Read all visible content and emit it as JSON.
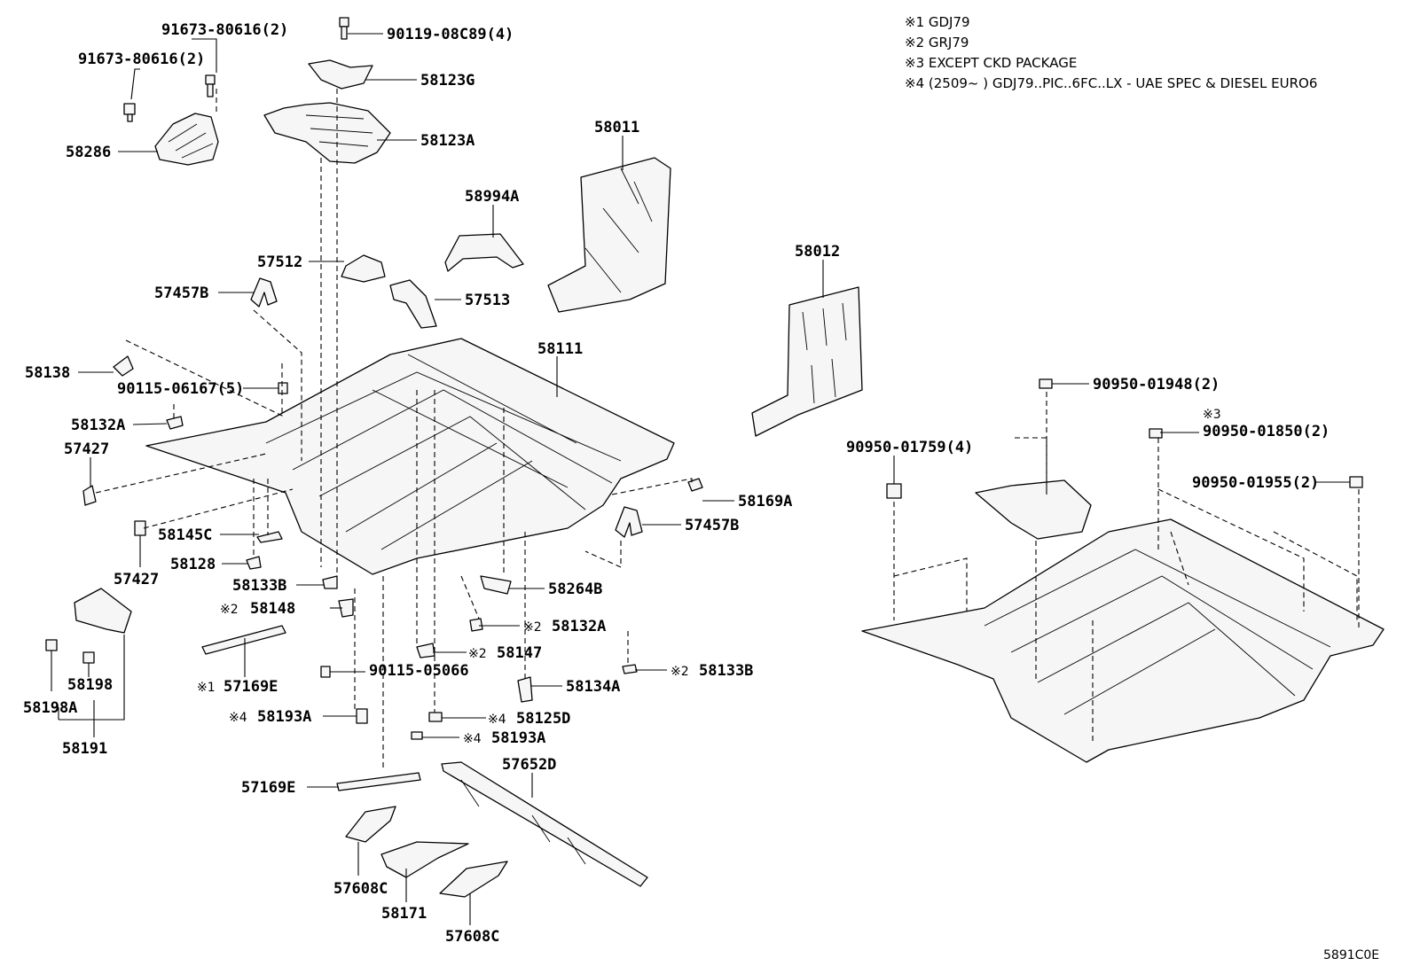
{
  "notes": [
    "※1 GDJ79",
    "※2 GRJ79",
    "※3 EXCEPT CKD PACKAGE",
    "※4 (2509~    ) GDJ79..PIC..6FC..LX - UAE SPEC & DIESEL EURO6"
  ],
  "labels": {
    "p91673_a": "91673-80616(2)",
    "p91673_b": "91673-80616(2)",
    "p58286": "58286",
    "p90119": "90119-08C89(4)",
    "p58123G": "58123G",
    "p58123A": "58123A",
    "p58011": "58011",
    "p58994A": "58994A",
    "p57512": "57512",
    "p57457B_top": "57457B",
    "p57513": "57513",
    "p58012": "58012",
    "p58111": "58111",
    "p58138": "58138",
    "p90115_06167": "90115-06167(5)",
    "p58132A_left": "58132A",
    "p57427_top": "57427",
    "p58169A": "58169A",
    "p57457B_right": "57457B",
    "p58145C": "58145C",
    "p57427_bottom": "57427",
    "p58128": "58128",
    "p58133B_left": "58133B",
    "p58148": "58148",
    "p58264B": "58264B",
    "p58132A_right": "58132A",
    "p57169E_upper": "57169E",
    "p58147": "58147",
    "p90115_05066": "90115-05066",
    "p58133B_right": "58133B",
    "p58134A": "58134A",
    "p58198": "58198",
    "p58198A": "58198A",
    "p58193A_left": "58193A",
    "p58125D": "58125D",
    "p58193A_right": "58193A",
    "p58191": "58191",
    "p57652D": "57652D",
    "p57169E_lower": "57169E",
    "p57608C_left": "57608C",
    "p58171": "58171",
    "p57608C_right": "57608C",
    "p90950_01948": "90950-01948(2)",
    "p90950_01759": "90950-01759(4)",
    "p90950_01850": "90950-01850(2)",
    "p90950_01955": "90950-01955(2)"
  },
  "marks": {
    "m1": "※1",
    "m2": "※2",
    "m3": "※3",
    "m4": "※4"
  },
  "diagram_code": "5891C0E"
}
